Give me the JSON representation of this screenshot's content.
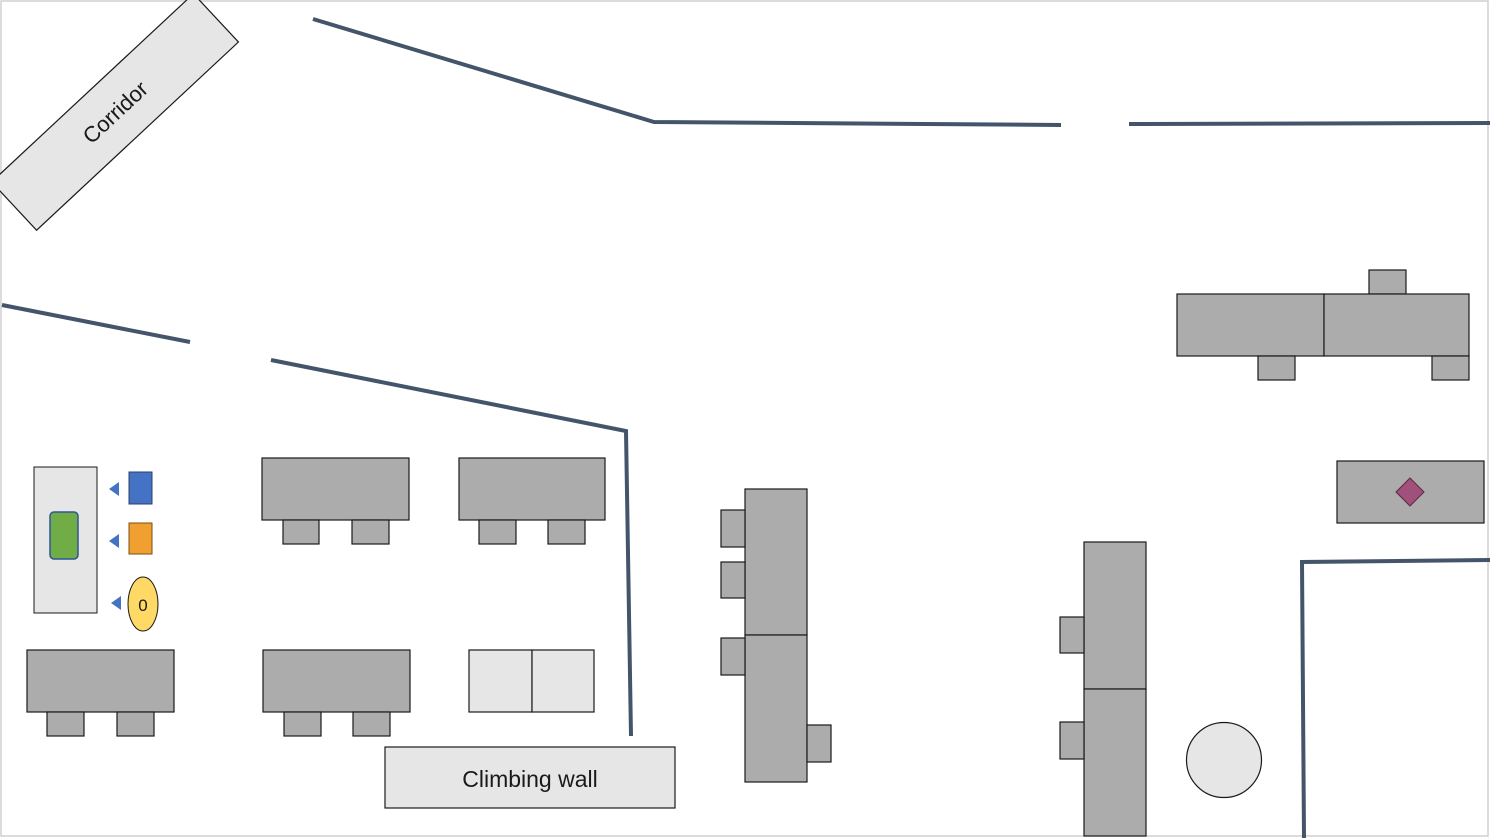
{
  "labels": {
    "corridor": "Corridor",
    "climbing_wall": "Climbing wall",
    "oval_marker": "0"
  },
  "colors": {
    "wall": "#44546a",
    "furniture": "#acacac",
    "light_furniture": "#e6e6e6",
    "outline": "#1a1a1a",
    "green_item": "#70ad47",
    "blue_item": "#4472c4",
    "orange_item": "#f0a030",
    "yellow_item": "#ffd966",
    "purple_item": "#a0507a"
  }
}
